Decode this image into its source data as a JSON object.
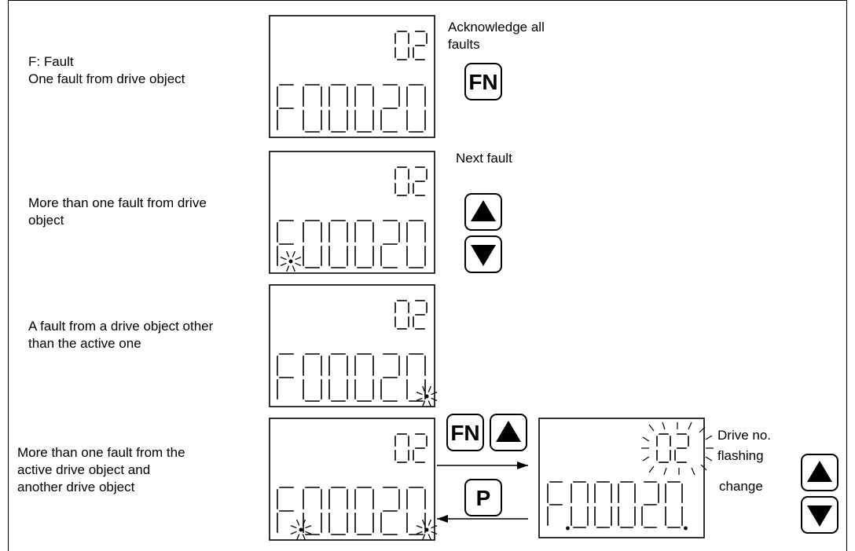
{
  "rows": [
    {
      "label_lines": [
        "F: Fault",
        "One fault from drive object"
      ],
      "display": {
        "top": "02",
        "bottom": "F00020"
      },
      "side_text_lines": [
        "Acknowledge all",
        "faults"
      ],
      "keys": [
        "FN"
      ]
    },
    {
      "label_lines": [
        "More than one fault from drive",
        "object"
      ],
      "display": {
        "top": "02",
        "bottom": "F00020"
      },
      "side_text_lines": [
        "Next fault"
      ],
      "keys": [
        "up",
        "down"
      ]
    },
    {
      "label_lines": [
        "A fault from a drive object other",
        "than the active one"
      ],
      "display": {
        "top": "02",
        "bottom": "F00020"
      },
      "side_text_lines": [],
      "keys": []
    },
    {
      "label_lines": [
        "More than one fault from the",
        "active drive object and",
        "another drive object"
      ],
      "display": {
        "top": "02",
        "bottom": "F00020"
      },
      "side_text_lines": [],
      "keys": [
        "FN",
        "up",
        "P"
      ]
    }
  ],
  "result_display": {
    "top": "02",
    "bottom": "F.00020.",
    "notes": {
      "line1": "Drive no.",
      "line2": "flashing",
      "line3": "change"
    },
    "keys": [
      "up",
      "down"
    ]
  },
  "key_labels": {
    "fn": "FN",
    "p": "P"
  },
  "icons": [
    "up-arrow-key-icon",
    "down-arrow-key-icon",
    "flashing-dot-icon",
    "right-arrow-icon",
    "left-arrow-icon"
  ]
}
